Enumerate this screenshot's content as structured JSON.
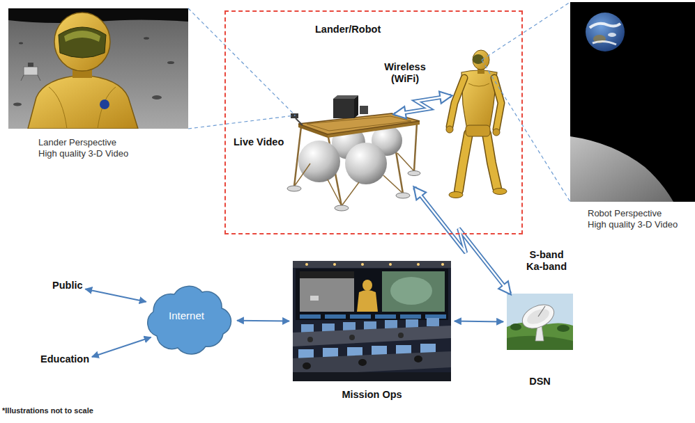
{
  "diagram": {
    "nodes": [
      {
        "text": [
          "Lander Perspective High quality 3-D Video"
        ]
      },
      {
        "text": [
          "Lander/Robot"
        ]
      },
      {
        "text": [
          "Live Video"
        ],
        "in": 1
      },
      {
        "text": [],
        "in": 1
      },
      {
        "text": [
          "Robot Perspective High quality 3-D Video"
        ]
      },
      {
        "text": [
          "Public"
        ]
      },
      {
        "text": [
          "Internet"
        ]
      },
      {
        "text": [
          "Mission Ops"
        ]
      },
      {
        "text": [
          "DSN"
        ]
      },
      {
        "text": [
          "Education"
        ]
      }
    ],
    "edges": [
      {
        "from": 0,
        "to": 2,
        "arrow": "none"
      },
      {
        "from": 3,
        "to": 4,
        "arrow": "none"
      },
      {
        "from": 2,
        "to": 3,
        "label": "Wireless (WiFi)",
        "arrow": "both"
      },
      {
        "from": 2,
        "to": 8,
        "label": "S-band Ka-band",
        "arrow": "both"
      },
      {
        "from": 7,
        "to": 8,
        "arrow": "both"
      },
      {
        "from": 6,
        "to": 7,
        "arrow": "both"
      },
      {
        "from": 5,
        "to": 6,
        "arrow": "both"
      },
      {
        "from": 9,
        "to": 6,
        "arrow": "both"
      }
    ],
    "labels": [
      "*Illustrations not to scale"
    ]
  }
}
